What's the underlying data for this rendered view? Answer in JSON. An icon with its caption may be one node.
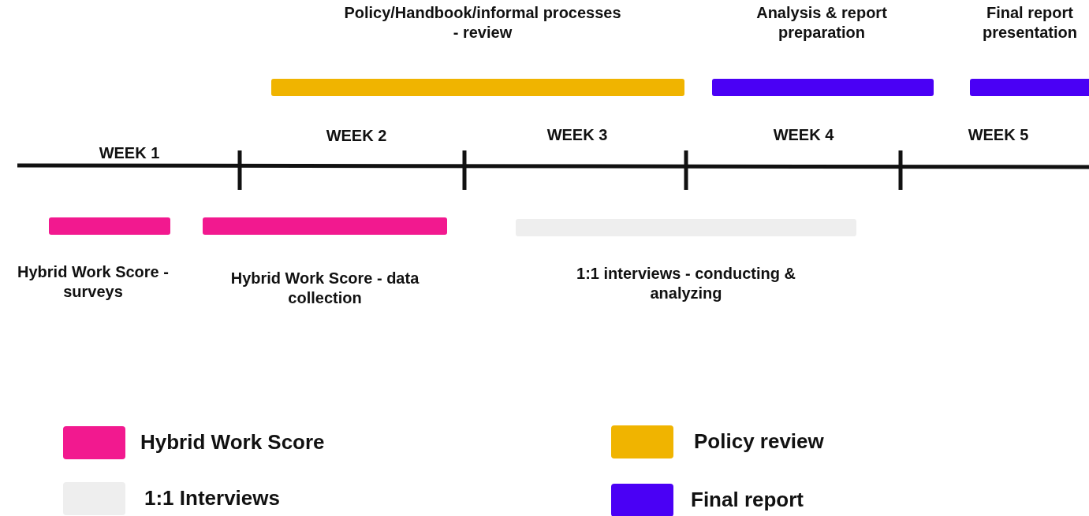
{
  "diagram": {
    "nodes": [
      {
        "text": [
          "Policy/Handbook/informal processes - review"
        ]
      },
      {
        "text": [
          "Analysis & report preparation"
        ]
      },
      {
        "text": [
          "Final report presentation"
        ]
      },
      {
        "text": [
          "Hybrid Work Score - surveys"
        ]
      },
      {
        "text": [
          "Hybrid Work Score - data collection"
        ]
      },
      {
        "text": [
          "1:1 interviews - conducting & analyzing"
        ]
      }
    ],
    "edges": [],
    "labels": [
      "WEEK 2",
      "WEEK 3",
      "WEEK 4",
      "WEEK 5",
      "WEEK 1"
    ],
    "legend": [
      {
        "text": "Hybrid Work Score",
        "color": "#f2198f"
      },
      {
        "text": "1:1 Interviews",
        "color": "#eeeeee"
      },
      {
        "text": "Policy review",
        "color": "#f0b400"
      },
      {
        "text": "Final report",
        "color": "#4a00f5"
      }
    ]
  }
}
